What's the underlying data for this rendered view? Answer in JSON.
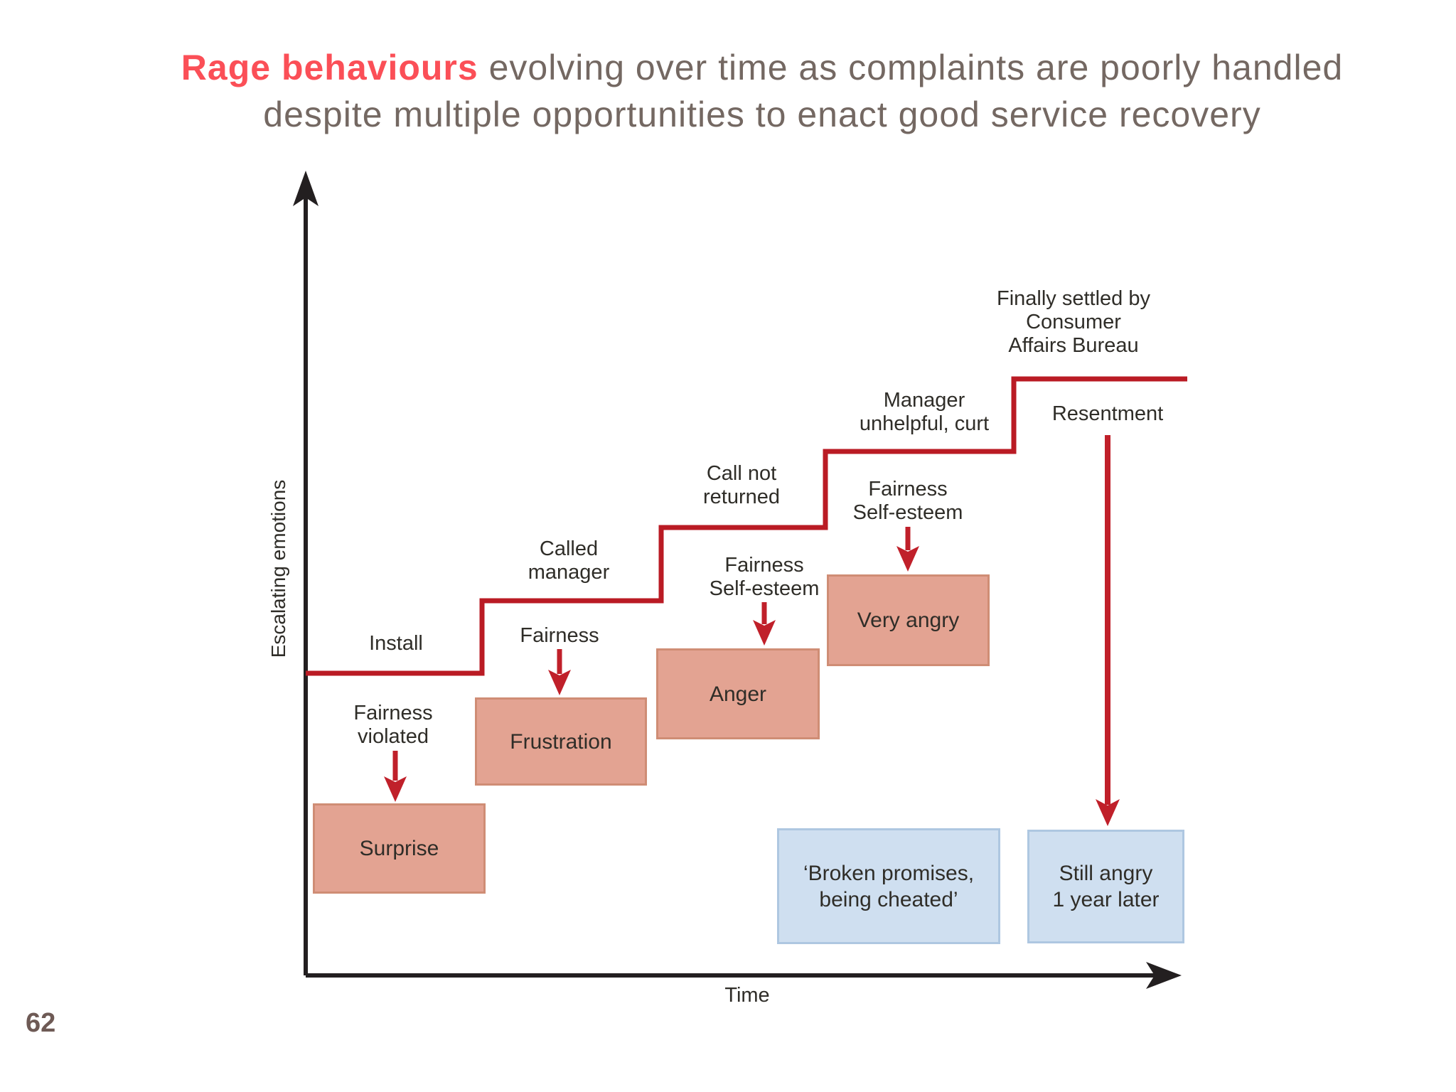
{
  "slide": {
    "title": {
      "accent": "Rage behaviours",
      "line1_rest": " evolving over time as complaints are poorly handled",
      "line2": "despite multiple opportunities to enact good service recovery"
    },
    "page_number": "62"
  },
  "axes": {
    "y_label": "Escalating emotions",
    "x_label": "Time"
  },
  "steps": [
    {
      "event": "Install",
      "trigger": "Fairness\nviolated",
      "emotion": "Surprise"
    },
    {
      "event": "Called\nmanager",
      "trigger": "Fairness",
      "emotion": "Frustration"
    },
    {
      "event": "Call not\nreturned",
      "trigger": "Fairness\nSelf-esteem",
      "emotion": "Anger"
    },
    {
      "event": "Manager\nunhelpful, curt",
      "trigger": "Fairness\nSelf-esteem",
      "emotion": "Very angry"
    },
    {
      "event": "Finally settled by\nConsumer\nAffairs Bureau",
      "trigger": "Resentment",
      "emotion": "Still angry\n1 year later"
    }
  ],
  "annotations": {
    "quote": "‘Broken promises,\nbeing cheated’"
  },
  "colors": {
    "accent_red": "#fb4f57",
    "title_gray": "#746862",
    "step_line": "#ba1b24",
    "arrow": "#c0202a",
    "axis": "#231f20",
    "label_dark": "#2f2d28",
    "salmon_fill": "#e3a392",
    "salmon_border": "#cf8d75",
    "blue_fill": "#cfdff0",
    "blue_border": "#aec7e1",
    "page_number": "#6e5a55"
  }
}
